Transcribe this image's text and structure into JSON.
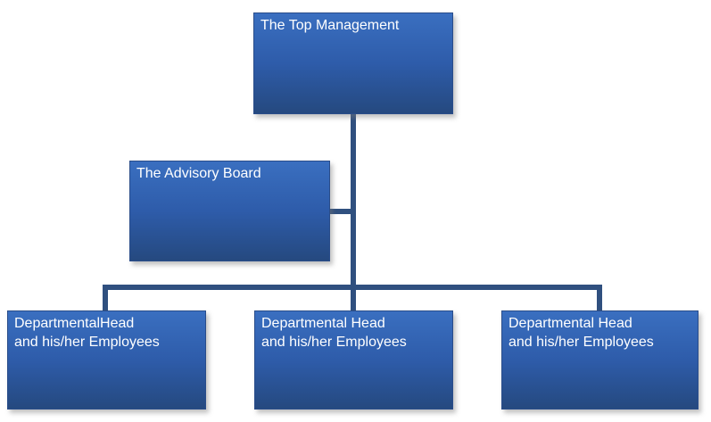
{
  "diagram": {
    "type": "org-chart",
    "nodes": {
      "top_management": {
        "label": "The Top Management"
      },
      "advisory_board": {
        "label": "The Advisory Board"
      },
      "department_1": {
        "lines": [
          "DepartmentalHead",
          "and his/her Employees"
        ]
      },
      "department_2": {
        "lines": [
          "Departmental Head",
          "and his/her Employees"
        ]
      },
      "department_3": {
        "lines": [
          "Departmental Head",
          "and his/her Employees"
        ]
      }
    },
    "colors": {
      "node_fill_top": "#3a6fc0",
      "node_fill_bottom": "#25497f",
      "node_border": "#2a4d8a",
      "connector": "#30507f",
      "node_text": "#ffffff",
      "canvas_background": "#ffffff"
    }
  }
}
